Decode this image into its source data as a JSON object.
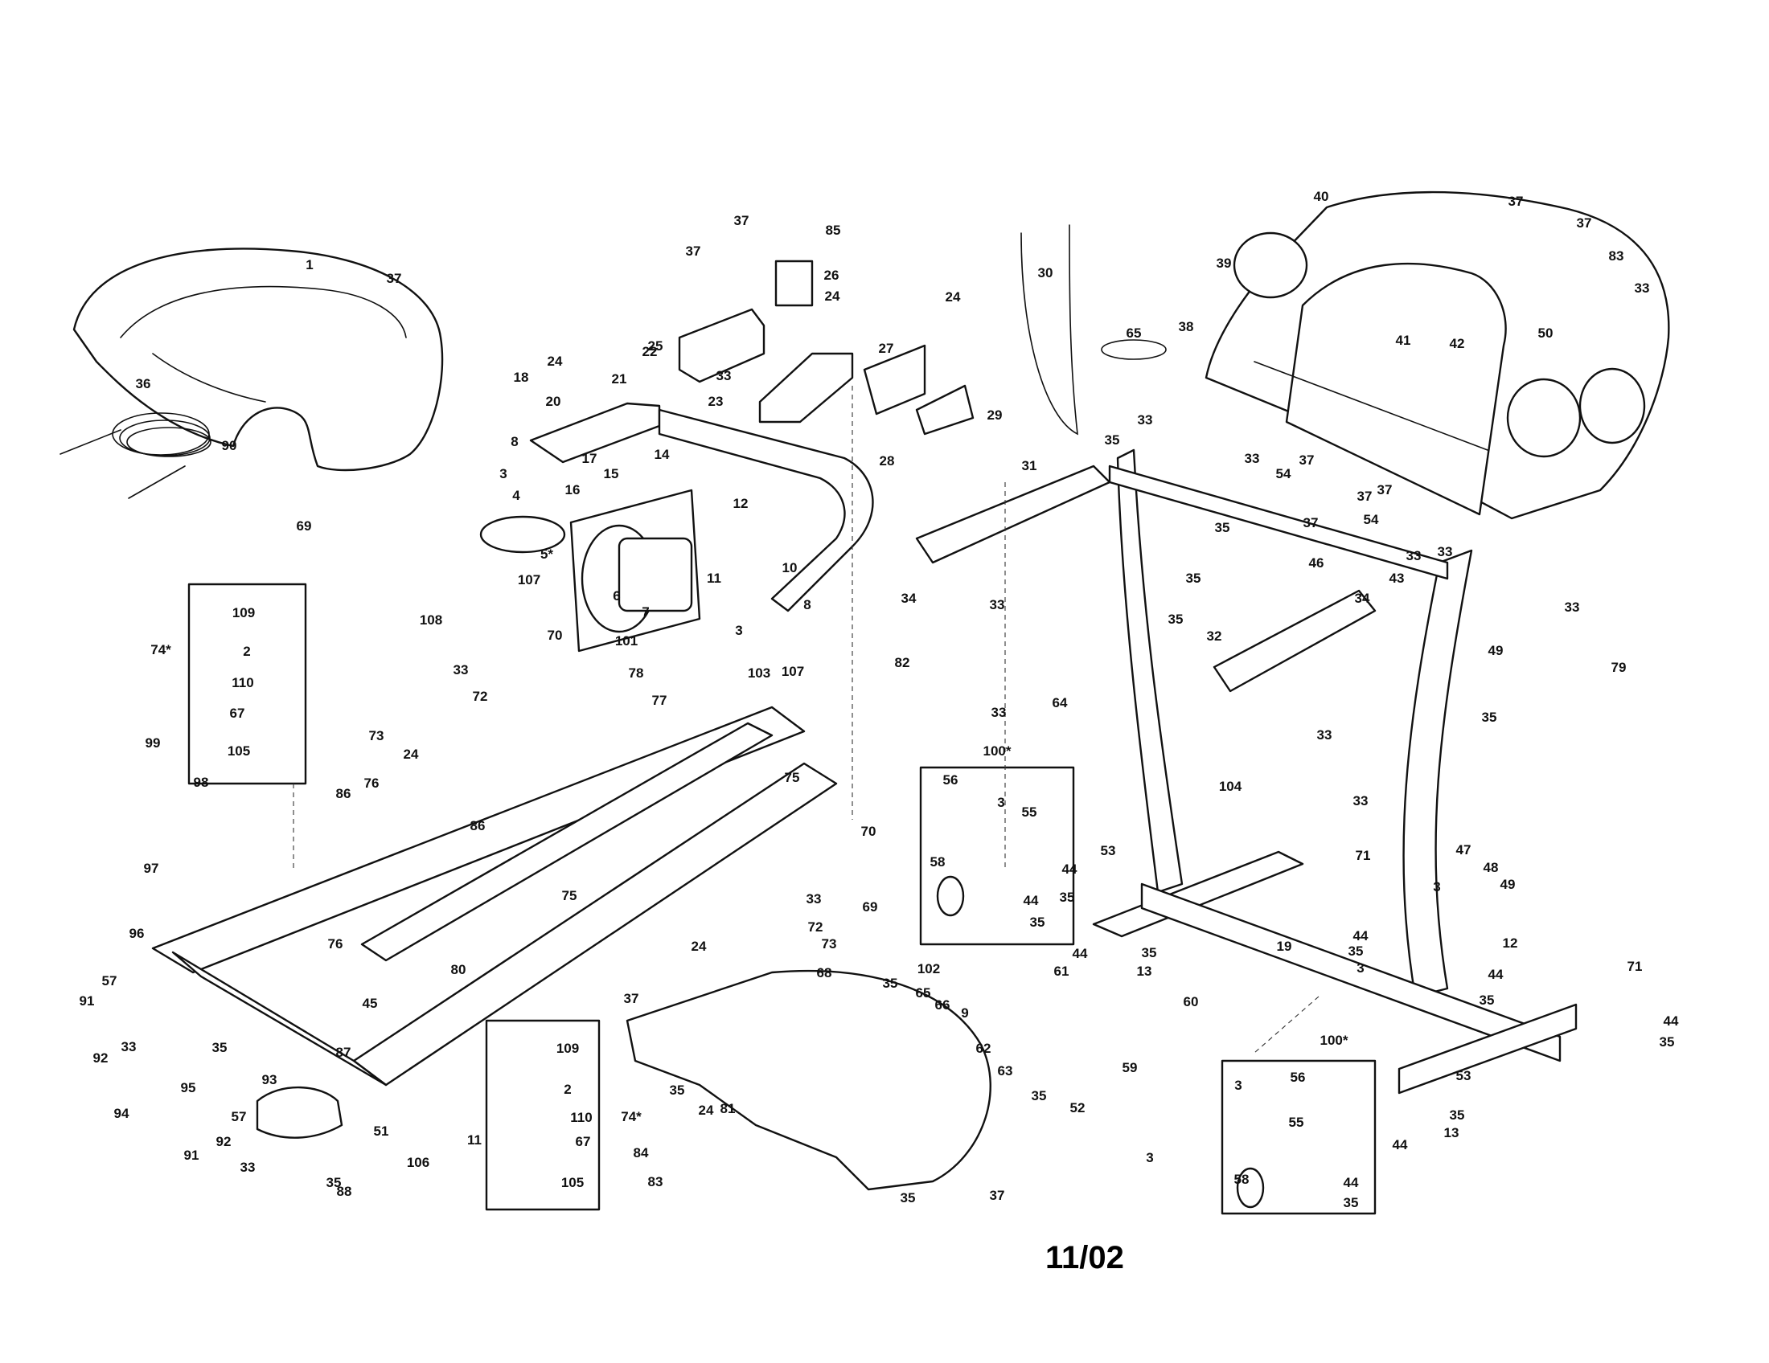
{
  "revision_date": "11/02",
  "colors": {
    "ink": "#111111",
    "paper": "#ffffff"
  },
  "callouts": [
    {
      "label": "1"
    },
    {
      "label": "37"
    },
    {
      "label": "36"
    },
    {
      "label": "90"
    },
    {
      "label": "69"
    },
    {
      "label": "18"
    },
    {
      "label": "24"
    },
    {
      "label": "20"
    },
    {
      "label": "22"
    },
    {
      "label": "21"
    },
    {
      "label": "8"
    },
    {
      "label": "3"
    },
    {
      "label": "17"
    },
    {
      "label": "15"
    },
    {
      "label": "14"
    },
    {
      "label": "4"
    },
    {
      "label": "16"
    },
    {
      "label": "5*"
    },
    {
      "label": "6"
    },
    {
      "label": "7"
    },
    {
      "label": "12"
    },
    {
      "label": "11"
    },
    {
      "label": "10"
    },
    {
      "label": "8"
    },
    {
      "label": "3"
    },
    {
      "label": "37"
    },
    {
      "label": "37"
    },
    {
      "label": "85"
    },
    {
      "label": "26"
    },
    {
      "label": "25"
    },
    {
      "label": "33"
    },
    {
      "label": "23"
    },
    {
      "label": "24"
    },
    {
      "label": "27"
    },
    {
      "label": "24"
    },
    {
      "label": "28"
    },
    {
      "label": "29"
    },
    {
      "label": "30"
    },
    {
      "label": "65"
    },
    {
      "label": "31"
    },
    {
      "label": "34"
    },
    {
      "label": "82"
    },
    {
      "label": "33"
    },
    {
      "label": "33"
    },
    {
      "label": "39"
    },
    {
      "label": "40"
    },
    {
      "label": "37"
    },
    {
      "label": "38"
    },
    {
      "label": "37"
    },
    {
      "label": "83"
    },
    {
      "label": "33"
    },
    {
      "label": "41"
    },
    {
      "label": "42"
    },
    {
      "label": "50"
    },
    {
      "label": "33"
    },
    {
      "label": "35"
    },
    {
      "label": "37"
    },
    {
      "label": "33"
    },
    {
      "label": "54"
    },
    {
      "label": "37"
    },
    {
      "label": "37"
    },
    {
      "label": "37"
    },
    {
      "label": "54"
    },
    {
      "label": "33"
    },
    {
      "label": "33"
    },
    {
      "label": "35"
    },
    {
      "label": "46"
    },
    {
      "label": "35"
    },
    {
      "label": "32"
    },
    {
      "label": "33"
    },
    {
      "label": "35"
    },
    {
      "label": "43"
    },
    {
      "label": "34"
    },
    {
      "label": "49"
    },
    {
      "label": "79"
    },
    {
      "label": "35"
    },
    {
      "label": "64"
    },
    {
      "label": "33"
    },
    {
      "label": "104"
    },
    {
      "label": "33"
    },
    {
      "label": "107"
    },
    {
      "label": "108"
    },
    {
      "label": "70"
    },
    {
      "label": "101"
    },
    {
      "label": "78"
    },
    {
      "label": "109"
    },
    {
      "label": "2"
    },
    {
      "label": "110"
    },
    {
      "label": "67"
    },
    {
      "label": "105"
    },
    {
      "label": "74*"
    },
    {
      "label": "33"
    },
    {
      "label": "72"
    },
    {
      "label": "73"
    },
    {
      "label": "24"
    },
    {
      "label": "103"
    },
    {
      "label": "107"
    },
    {
      "label": "77"
    },
    {
      "label": "99"
    },
    {
      "label": "98"
    },
    {
      "label": "97"
    },
    {
      "label": "86"
    },
    {
      "label": "76"
    },
    {
      "label": "86"
    },
    {
      "label": "75"
    },
    {
      "label": "70"
    },
    {
      "label": "75"
    },
    {
      "label": "33"
    },
    {
      "label": "72"
    },
    {
      "label": "73"
    },
    {
      "label": "24"
    },
    {
      "label": "76"
    },
    {
      "label": "80"
    },
    {
      "label": "69"
    },
    {
      "label": "96"
    },
    {
      "label": "57"
    },
    {
      "label": "91"
    },
    {
      "label": "92"
    },
    {
      "label": "33"
    },
    {
      "label": "35"
    },
    {
      "label": "95"
    },
    {
      "label": "45"
    },
    {
      "label": "87"
    },
    {
      "label": "51"
    },
    {
      "label": "93"
    },
    {
      "label": "94"
    },
    {
      "label": "57"
    },
    {
      "label": "92"
    },
    {
      "label": "91"
    },
    {
      "label": "33"
    },
    {
      "label": "35"
    },
    {
      "label": "88"
    },
    {
      "label": "106"
    },
    {
      "label": "11"
    },
    {
      "label": "109"
    },
    {
      "label": "2"
    },
    {
      "label": "110"
    },
    {
      "label": "67"
    },
    {
      "label": "105"
    },
    {
      "label": "74*"
    },
    {
      "label": "24"
    },
    {
      "label": "84"
    },
    {
      "label": "83"
    },
    {
      "label": "81"
    },
    {
      "label": "37"
    },
    {
      "label": "35"
    },
    {
      "label": "68"
    },
    {
      "label": "35"
    },
    {
      "label": "102"
    },
    {
      "label": "65"
    },
    {
      "label": "66"
    },
    {
      "label": "9"
    },
    {
      "label": "61"
    },
    {
      "label": "62"
    },
    {
      "label": "63"
    },
    {
      "label": "35"
    },
    {
      "label": "35"
    },
    {
      "label": "37"
    },
    {
      "label": "100*"
    },
    {
      "label": "56"
    },
    {
      "label": "3"
    },
    {
      "label": "55"
    },
    {
      "label": "58"
    },
    {
      "label": "44"
    },
    {
      "label": "35"
    },
    {
      "label": "53"
    },
    {
      "label": "44"
    },
    {
      "label": "35"
    },
    {
      "label": "71"
    },
    {
      "label": "44"
    },
    {
      "label": "35"
    },
    {
      "label": "13"
    },
    {
      "label": "19"
    },
    {
      "label": "44"
    },
    {
      "label": "35"
    },
    {
      "label": "3"
    },
    {
      "label": "47"
    },
    {
      "label": "48"
    },
    {
      "label": "49"
    },
    {
      "label": "3"
    },
    {
      "label": "12"
    },
    {
      "label": "44"
    },
    {
      "label": "35"
    },
    {
      "label": "71"
    },
    {
      "label": "44"
    },
    {
      "label": "35"
    },
    {
      "label": "60"
    },
    {
      "label": "59"
    },
    {
      "label": "52"
    },
    {
      "label": "3"
    },
    {
      "label": "100*"
    },
    {
      "label": "3"
    },
    {
      "label": "56"
    },
    {
      "label": "58"
    },
    {
      "label": "55"
    },
    {
      "label": "44"
    },
    {
      "label": "35"
    },
    {
      "label": "53"
    },
    {
      "label": "35"
    },
    {
      "label": "13"
    },
    {
      "label": "44"
    }
  ]
}
